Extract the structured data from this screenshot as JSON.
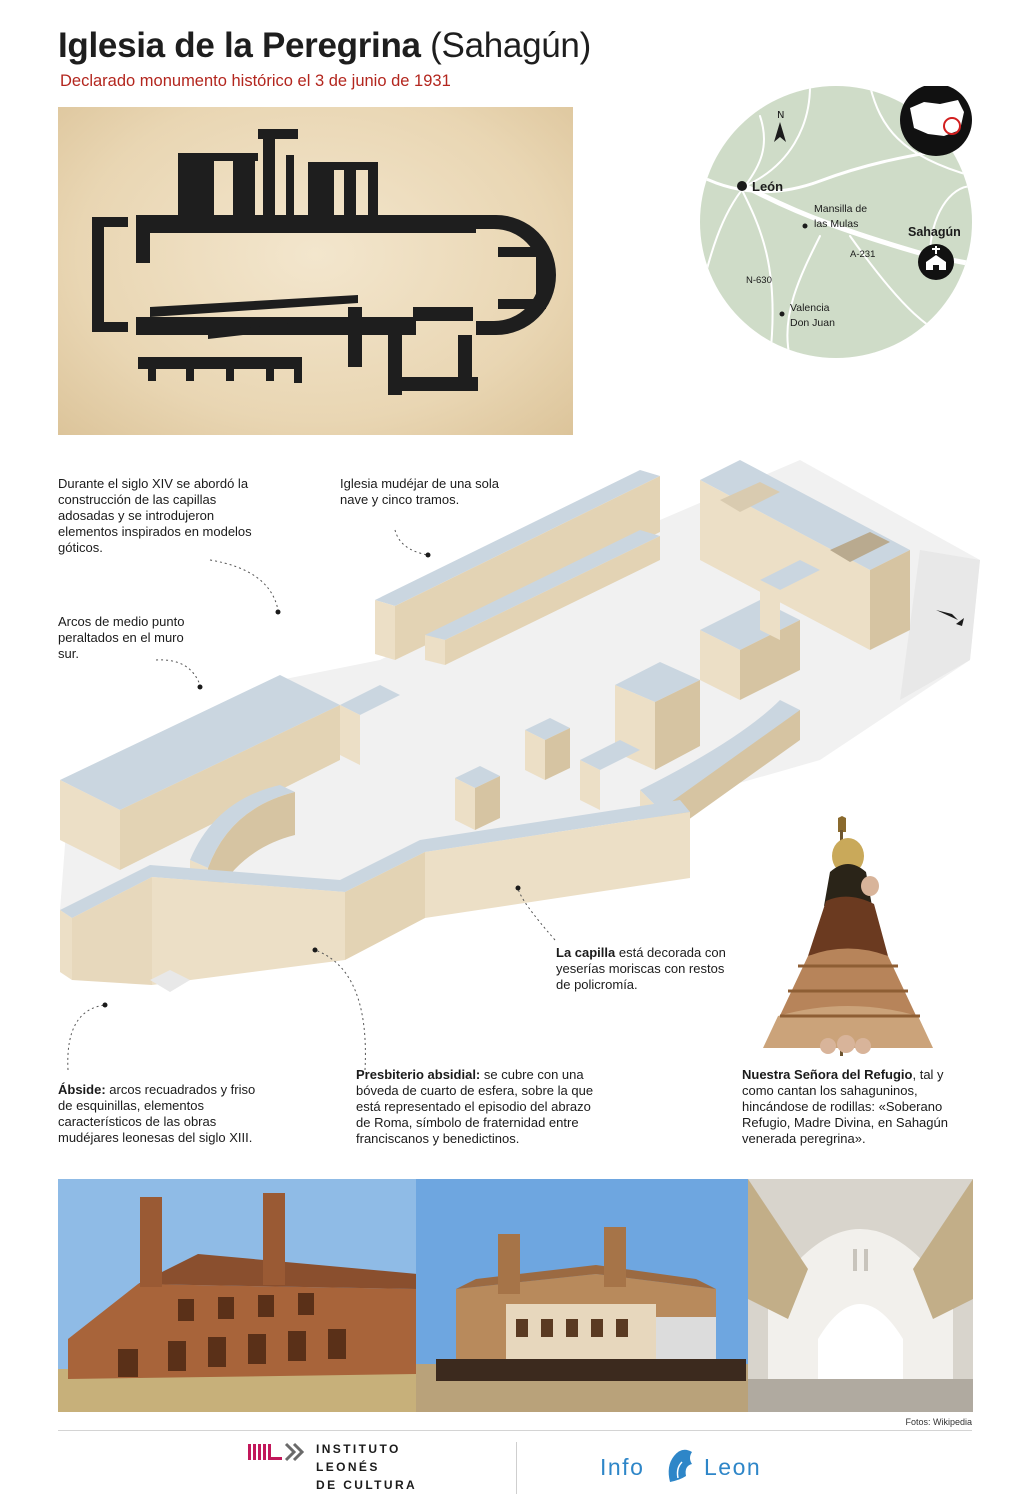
{
  "header": {
    "title_bold": "Iglesia de la Peregrina",
    "title_light": "(Sahagún)",
    "subtitle": "Declarado monumento histórico el 3 de junio de 1931"
  },
  "map": {
    "north": "N",
    "cities": [
      "León",
      "Mansilla de",
      "las Mulas",
      "Sahagún",
      "Valencia",
      "Don Juan"
    ],
    "roads": [
      "A-231",
      "N-630"
    ]
  },
  "annotations": {
    "capillas": "Durante el siglo XIV se abordó la construcción de las capillas adosadas y se introdujeron elementos inspirados en modelos góticos.",
    "iglesia": "Iglesia mudéjar de una sola nave y cinco tramos.",
    "arcos": "Arcos de medio punto peraltados en el muro sur.",
    "capilla_bold": "La capilla",
    "capilla_rest": " está decorada con yeserías moriscas con restos de policromía.",
    "abside_bold": "Ábside:",
    "abside_rest": " arcos recuadrados y friso de esquinillas, elementos característicos de las obras mudéjares leonesas del siglo XIII.",
    "presbiterio_bold": "Presbiterio absidial:",
    "presbiterio_rest": " se cubre con una bóveda de cuarto de esfera, sobre la que está representado el episodio del abrazo de Roma, símbolo de fraternidad entre franciscanos y benedictinos.",
    "senora_bold": "Nuestra Señora del Refugio",
    "senora_rest": ", tal y como cantan los sahaguninos, hincándose de rodillas: «Soberano Refugio, Madre Divina, en Sahagún venerada peregrina»."
  },
  "footer": {
    "credit": "Fotos: Wikipedia",
    "ilc_line1": "INSTITUTO",
    "ilc_line2": "LEONÉS",
    "ilc_line3": "DE CULTURA",
    "info_left": "Info",
    "info_right": "Leon"
  },
  "colors": {
    "accent_red": "#b3261e",
    "map_green": "#cfdcc8",
    "wall_top": "#cad6e0",
    "wall_face": "#ecdfc6",
    "wall_shade": "#d6c4a2",
    "plan_ink": "#1e1e1e",
    "infoleon_blue": "#2e86c8"
  }
}
